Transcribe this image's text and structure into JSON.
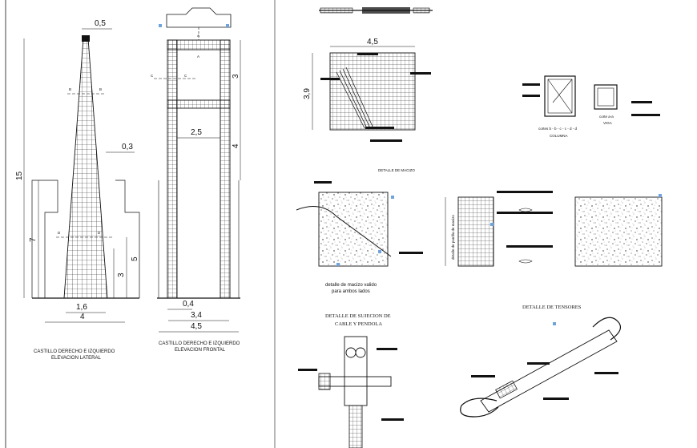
{
  "tower_lateral": {
    "dim_top": "0,5",
    "dim_height": "15",
    "dim_right": "0,3",
    "dim_mid": "7",
    "dim_right_a": "5",
    "dim_right_b": "3",
    "dim_base_inner": "1,6",
    "dim_base_outer": "4",
    "sec_b_left": "B",
    "sec_b_right": "B",
    "sec_d_left": "D",
    "sec_d_right": "D",
    "caption_1": "CASTILLO DERECHO E IZQUIERDO",
    "caption_2": "ELEVACION LATERAL"
  },
  "tower_front": {
    "sec_a_top": "A",
    "sec_a_bot": "A",
    "sec_c_left": "C",
    "sec_c_right": "C",
    "dim_upper": "3",
    "dim_mid": "4",
    "dim_inner": "2,5",
    "dim_col": "0,4",
    "dim_base_inner": "3,4",
    "dim_base_outer": "4,5",
    "caption_1": "CASTILLO DERECHO E IZQUIERDO",
    "caption_2": "ELEVACION FRONTAL"
  },
  "mesh_detail": {
    "dim_width": "4,5",
    "dim_height": "3,9"
  },
  "sections": {
    "caption_1": "cortes b - b - c - c - d - d",
    "caption_2": "COLUMNA",
    "caption_3": "corte a-a",
    "caption_4": "VIGA"
  },
  "macizo": {
    "title": "DETALLE DE MACIZO",
    "caption_1": "detalle de macizo valido",
    "caption_2": "para ambos lados",
    "side_label": "detalle de parrilla de macizo"
  },
  "sujecion": {
    "title_1": "DETALLE DE SUJECION DE",
    "title_2": "CABLE Y PENDOLA"
  },
  "tensores": {
    "title": "DETALLE DE TENSORES"
  },
  "colors": {
    "ink": "#111111",
    "highlight": "#6fa3dc"
  }
}
